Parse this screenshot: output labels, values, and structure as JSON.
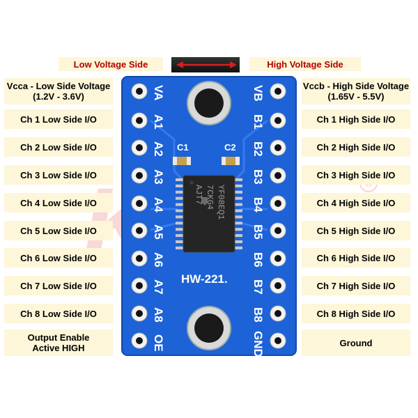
{
  "header": {
    "low_side": "Low Voltage Side",
    "high_side": "High Voltage Side"
  },
  "left_labels": [
    "Vcca - Low Side Voltage\n(1.2V - 3.6V)",
    "Ch 1 Low Side I/O",
    "Ch 2 Low Side I/O",
    "Ch 3 Low Side I/O",
    "Ch 4 Low Side I/O",
    "Ch 5 Low Side I/O",
    "Ch 6 Low Side I/O",
    "Ch 7 Low Side I/O",
    "Ch 8 Low Side I/O",
    "Output Enable\nActive HIGH"
  ],
  "right_labels": [
    "Vccb - High Side Voltage\n(1.65V - 5.5V)",
    "Ch 1 High Side I/O",
    "Ch 2 High Side I/O",
    "Ch 3 High Side I/O",
    "Ch 4 High Side I/O",
    "Ch 5 High Side I/O",
    "Ch 6 High Side I/O",
    "Ch 7 High Side I/O",
    "Ch 8 High Side I/O",
    "Ground"
  ],
  "board": {
    "left_pins": [
      "VA",
      "A1",
      "A2",
      "A3",
      "A4",
      "A5",
      "A6",
      "A7",
      "A8",
      "OE"
    ],
    "right_pins": [
      "VB",
      "B1",
      "B2",
      "B3",
      "B4",
      "B5",
      "B6",
      "B7",
      "B8",
      "GND"
    ],
    "model": "HW-221.",
    "cap_left": "C1",
    "cap_right": "C2",
    "chip_marking": [
      "YF08EQ1",
      "7CKG4",
      "AJT7"
    ]
  },
  "colors": {
    "pcb": "#1d62d6",
    "label_bg": "#fdf6d8",
    "header_text": "#b30000"
  },
  "watermark": "KA"
}
